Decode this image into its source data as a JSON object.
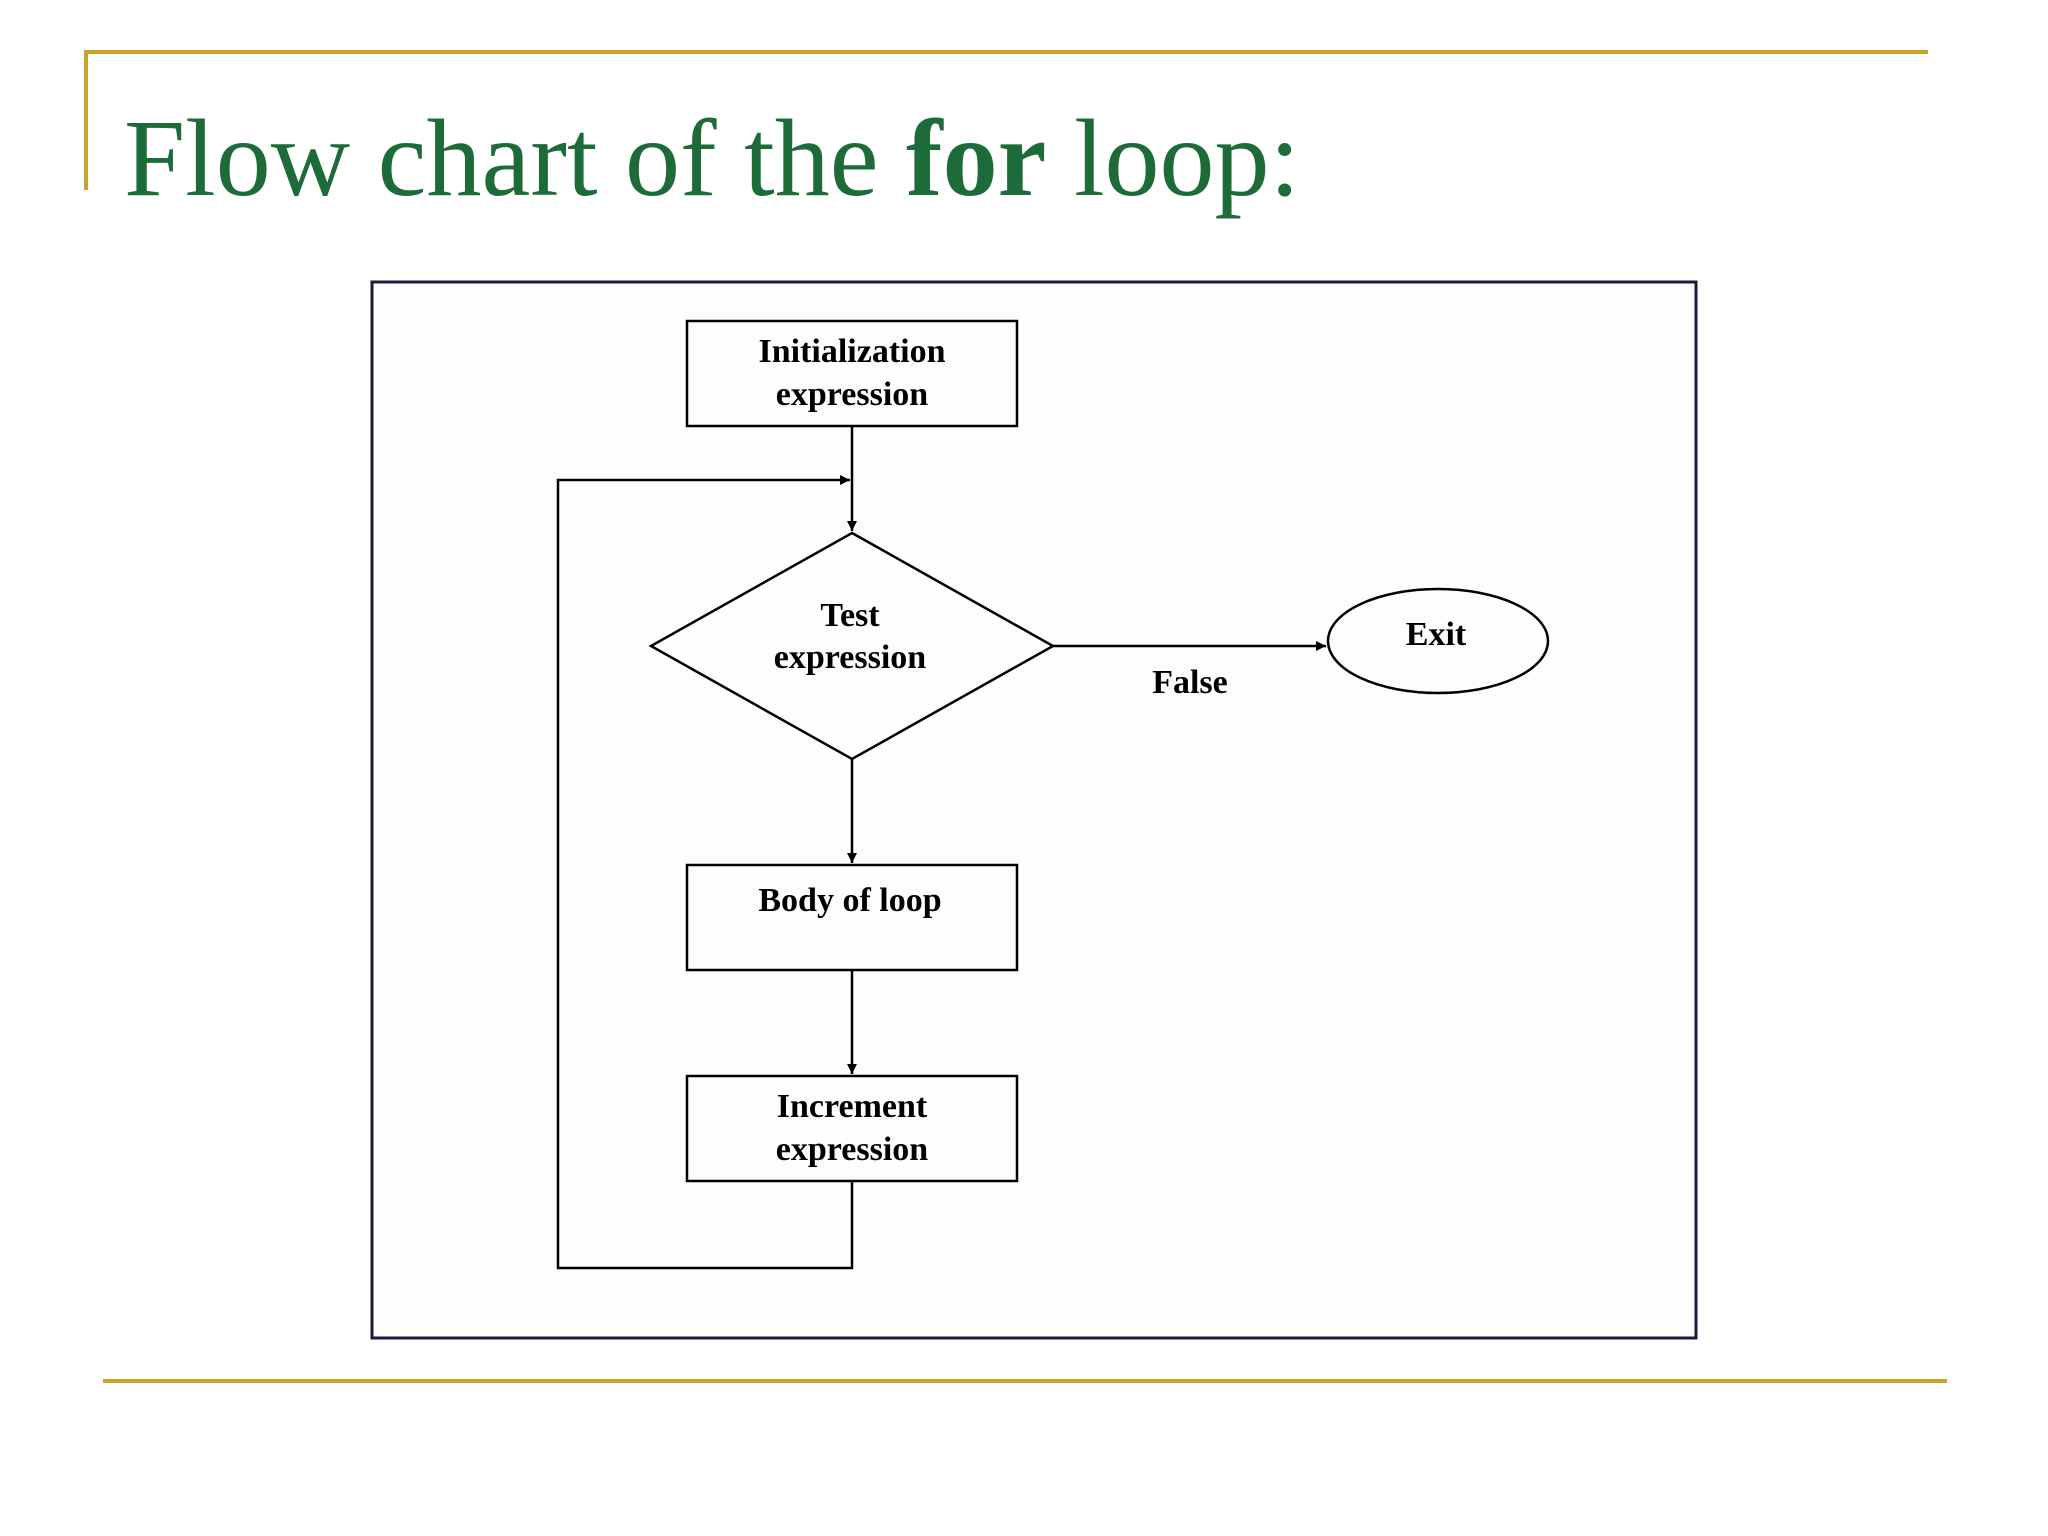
{
  "colors": {
    "accent_rule": "#C9A227",
    "title_green": "#1E6B3A",
    "diagram_border": "#1A1A3A",
    "diagram_line": "#000000"
  },
  "slide": {
    "title_pre": "Flow chart of the ",
    "title_keyword": "for",
    "title_post": " loop:"
  },
  "diagram": {
    "nodes": {
      "init": {
        "line1": "Initialization",
        "line2": "expression"
      },
      "test": {
        "line1": "Test",
        "line2": "expression"
      },
      "exit": {
        "label": "Exit"
      },
      "body": {
        "label": "Body of loop"
      },
      "increment": {
        "line1": "Increment",
        "line2": "expression"
      }
    },
    "edges": {
      "false_label": "False"
    }
  }
}
